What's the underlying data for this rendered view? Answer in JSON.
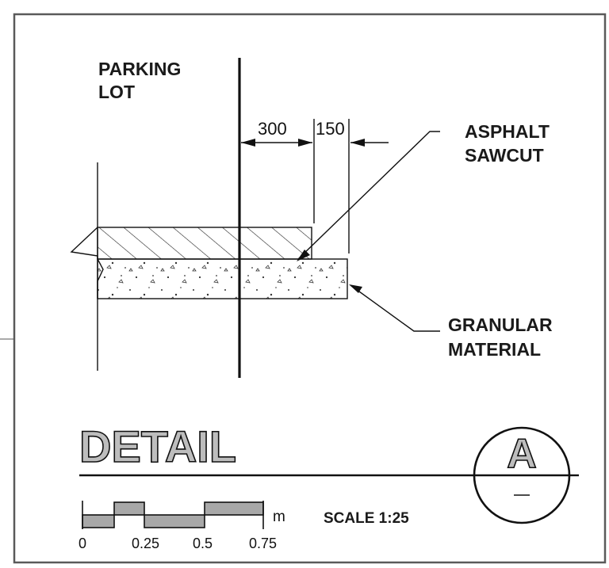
{
  "labels": {
    "parking_line1": "PARKING",
    "parking_line2": "LOT",
    "asphalt_line1": "ASPHALT",
    "asphalt_line2": "SAWCUT",
    "granular_line1": "GRANULAR",
    "granular_line2": "MATERIAL"
  },
  "dimensions": {
    "first": "300",
    "second": "150"
  },
  "detail": {
    "title": "DETAIL",
    "letter": "A",
    "scale_text": "SCALE 1:25"
  },
  "scale_bar": {
    "unit": "m",
    "ticks": [
      "0",
      "0.25",
      "0.5",
      "0.75"
    ]
  },
  "colors": {
    "line": "#111111",
    "frame": "#5a5a5a",
    "fill_gray": "#a8a8a8"
  }
}
